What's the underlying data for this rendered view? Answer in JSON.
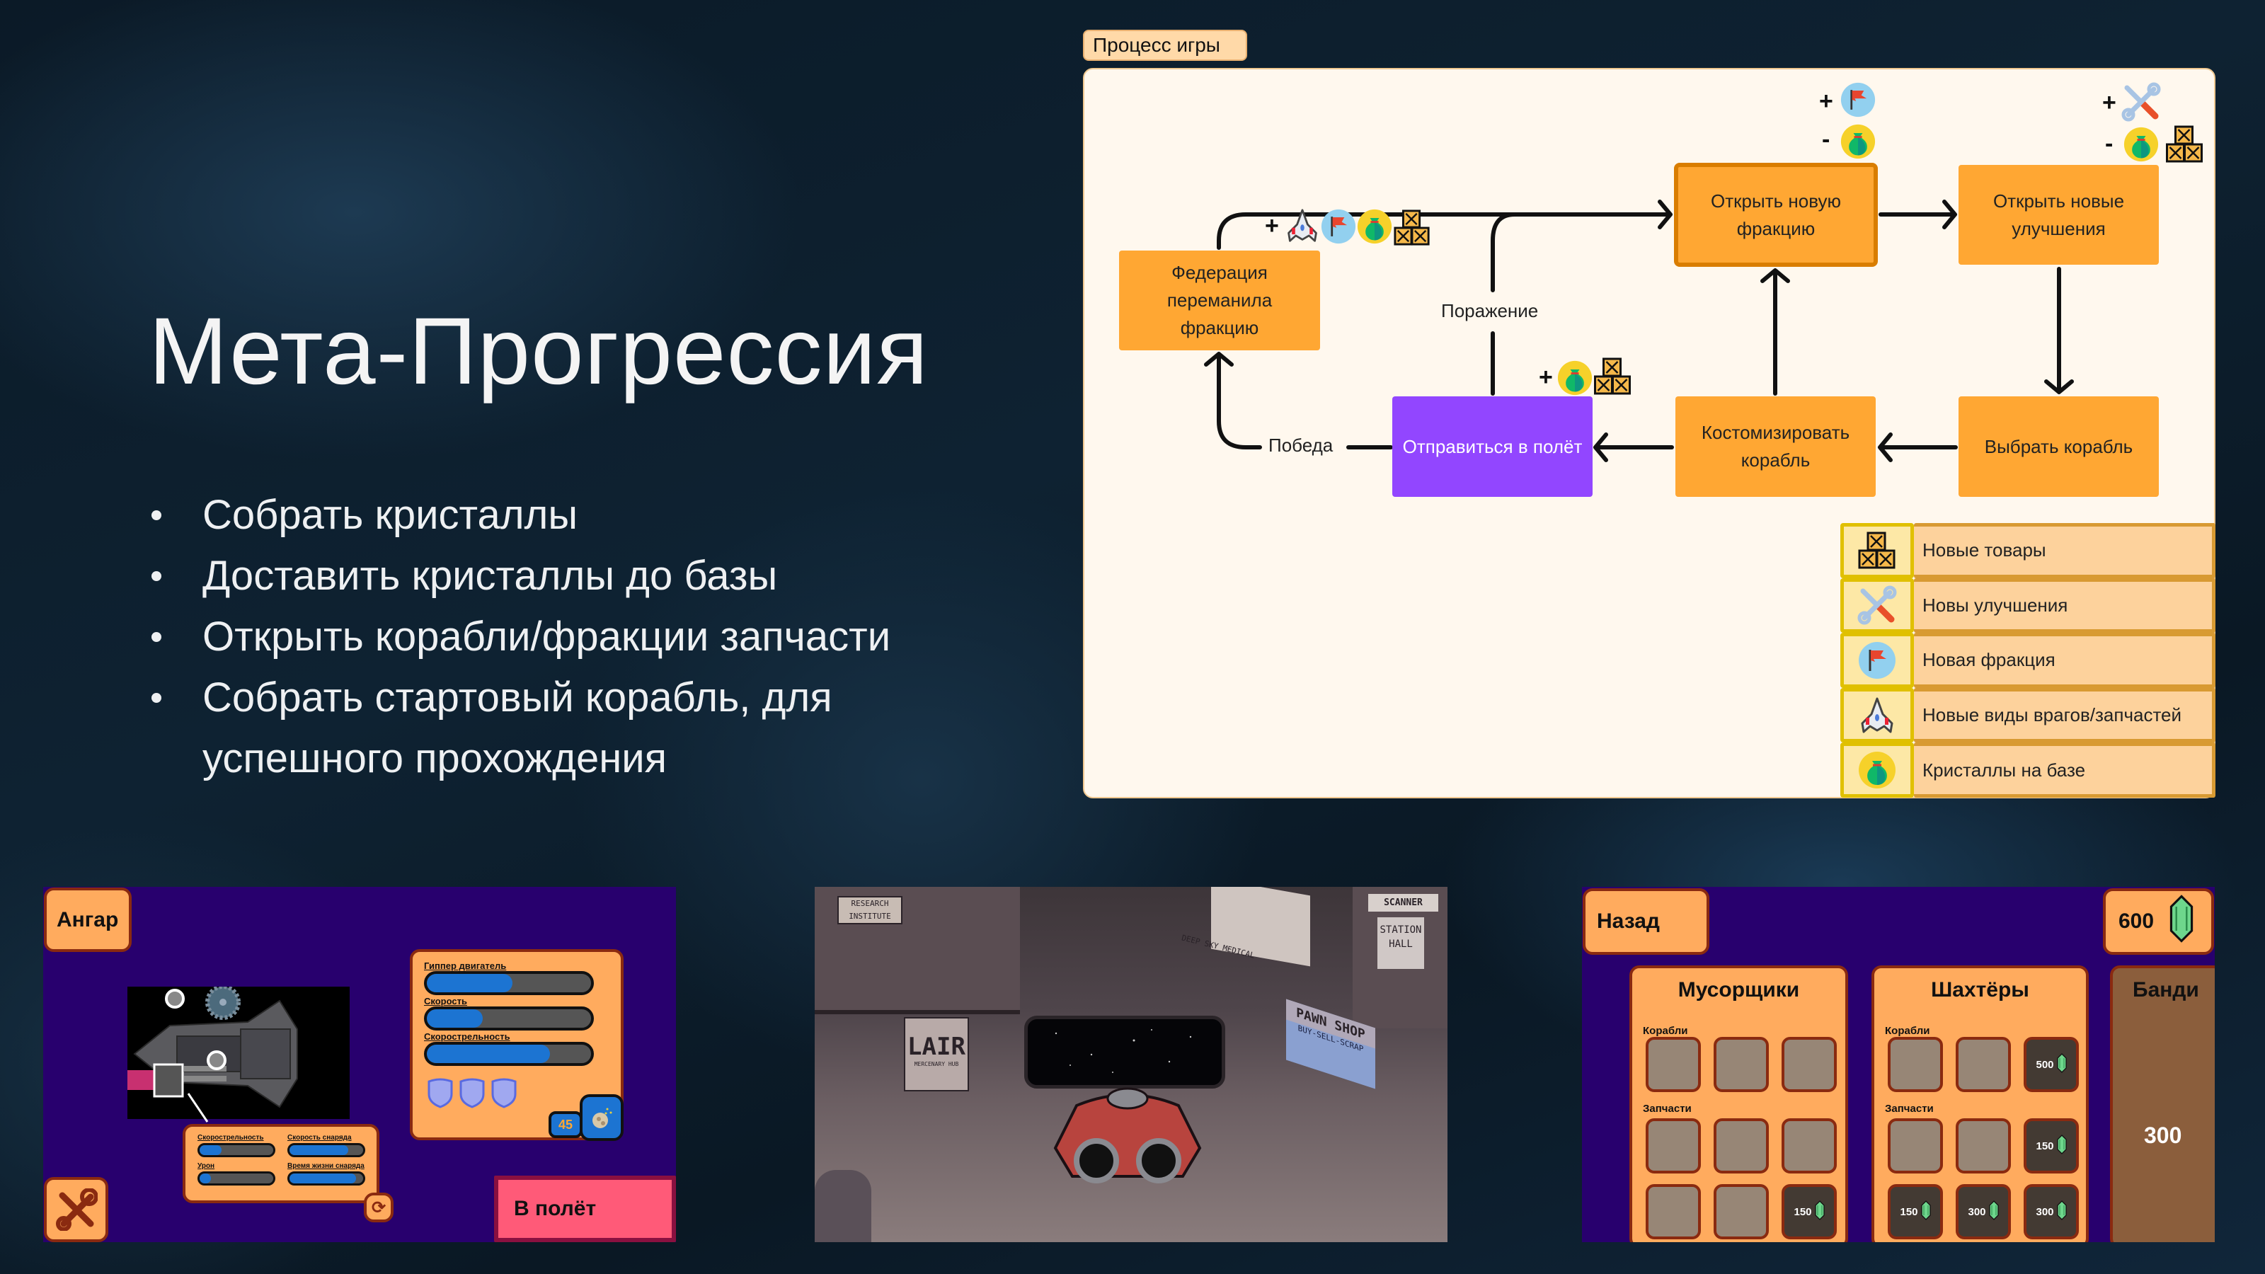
{
  "slide": {
    "title": "Мета-Прогрессия",
    "bullets": [
      "Собрать кристаллы",
      "Доставить кристаллы до базы",
      "Открыть корабли/фракции запчасти",
      "Собрать стартовый корабль, для успешного прохождения"
    ]
  },
  "diagram": {
    "label": "Процесс игры",
    "nodes": {
      "federation": "Федерация переманила фракцию",
      "new_faction": "Открыть новую фракцию",
      "new_upgrades": "Открыть новые улучшения",
      "choose_ship": "Выбрать корабль",
      "customize": "Костомизировать корабль",
      "launch": "Отправиться в полёт"
    },
    "edges": {
      "defeat": "Поражение",
      "victory": "Победа"
    },
    "signs": {
      "plus": "+",
      "minus": "-"
    },
    "legend": [
      {
        "icon": "crates",
        "label": "Новые товары"
      },
      {
        "icon": "tools",
        "label": "Новы улучшения"
      },
      {
        "icon": "flag",
        "label": "Новая фракция"
      },
      {
        "icon": "ship",
        "label": "Новые виды врагов/запчастей"
      },
      {
        "icon": "bag",
        "label": "Кристаллы на базе"
      }
    ],
    "colors": {
      "node": "#ffa733",
      "launch": "#9246ff",
      "panel": "#fff8ee"
    }
  },
  "hangar": {
    "title": "Ангар",
    "stats": [
      {
        "label": "Гиппер двигатель",
        "value": 0.52
      },
      {
        "label": "Скорость",
        "value": 0.34
      },
      {
        "label": "Скорострельность",
        "value": 0.75
      }
    ],
    "shields": 3,
    "ammo": "45",
    "weapon_stats": [
      {
        "label": "Скорострельность",
        "value": 0.3
      },
      {
        "label": "Скорость снаряда",
        "value": 0.8
      },
      {
        "label": "Урон",
        "value": 0.15
      },
      {
        "label": "Время жизни снаряда",
        "value": 0.9
      }
    ],
    "launch_button": "В полёт"
  },
  "station": {
    "signs": {
      "research": "RESEARCH INSTITUTE",
      "scanner": "SCANNER",
      "hall": "STATION HALL",
      "medical": "DEEP SKY MEDICAL",
      "lair": "LAIR",
      "lair_sub": "MERCENARY HUB",
      "pawn": "PAWN SHOP",
      "pawn_sub": "BUY-SELL-SCRAP"
    }
  },
  "shop": {
    "back_button": "Назад",
    "crystals": "600",
    "ships_label": "Корабли",
    "parts_label": "Запчасти",
    "factions": [
      {
        "name": "Мусорщики",
        "ships": [
          "",
          "",
          ""
        ],
        "parts": [
          "",
          "",
          "",
          "",
          "",
          "150"
        ]
      },
      {
        "name": "Шахтёры",
        "ships": [
          "",
          "",
          "500"
        ],
        "parts": [
          "",
          "",
          "150",
          "150",
          "300",
          "300"
        ]
      }
    ],
    "locked_faction": {
      "name": "Банди",
      "price": "300"
    }
  }
}
